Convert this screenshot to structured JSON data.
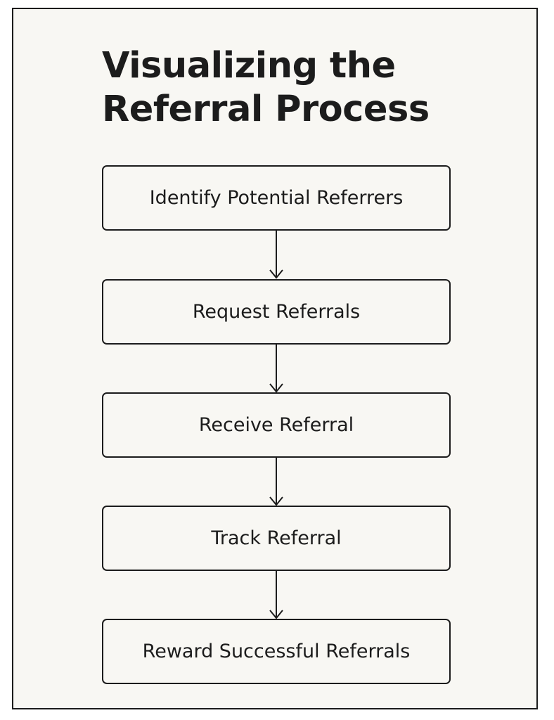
{
  "diagram": {
    "title_line_1": "Visualizing the",
    "title_line_2": "Referral Process",
    "steps": [
      {
        "label": "Identify Potential Referrers"
      },
      {
        "label": "Request Referrals"
      },
      {
        "label": "Receive Referral"
      },
      {
        "label": "Track Referral"
      },
      {
        "label": "Reward Successful Referrals"
      }
    ]
  },
  "colors": {
    "background": "#f8f7f3",
    "stroke": "#1c1c1c",
    "text": "#1c1c1c"
  }
}
